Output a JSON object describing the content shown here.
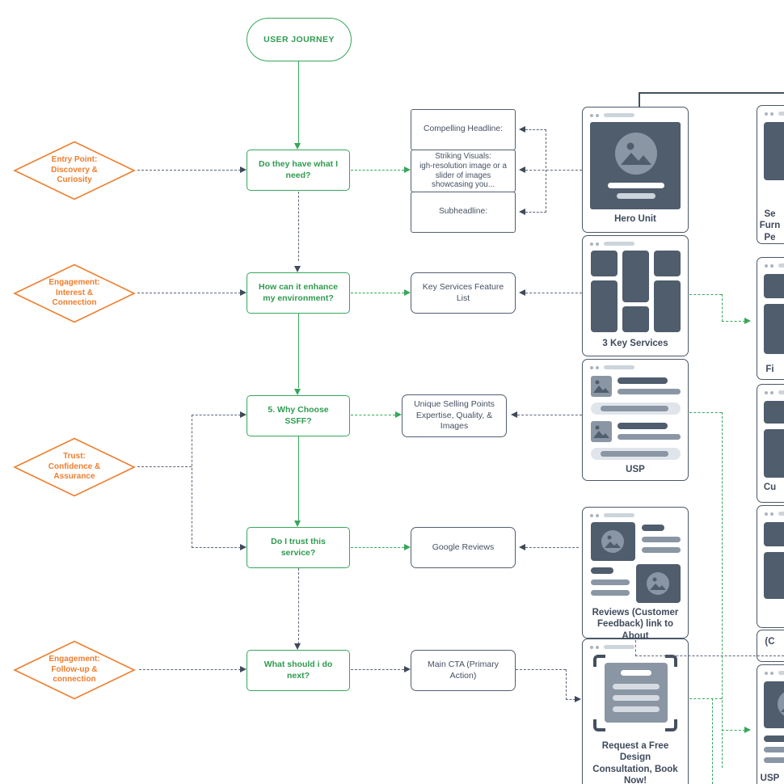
{
  "colors": {
    "green": "#35A759",
    "orange": "#EE7D2C",
    "slate": "#4F5D6D",
    "line": "#5C6679"
  },
  "start": {
    "label": "USER JOURNEY"
  },
  "diamonds": [
    {
      "label": "Entry Point:\nDiscovery &\nCuriosity"
    },
    {
      "label": "Engagement:\nInterest &\nConnection"
    },
    {
      "label": "Trust:\nConfidence &\nAssurance"
    },
    {
      "label": "Engagement:\nFollow-up &\nconnection"
    }
  ],
  "questions": [
    {
      "label": "Do they have what I need?"
    },
    {
      "label": "How can it enhance my environment?"
    },
    {
      "label": "5. Why Choose SSFF?"
    },
    {
      "label": "Do I trust this service?"
    },
    {
      "label": "What should i do next?"
    }
  ],
  "info_stack": [
    {
      "label": "Compelling Headline:"
    },
    {
      "label": "Striking Visuals:\nigh-resolution image or a\nslider of images\nshowcasing you..."
    },
    {
      "label": "Subheadline:"
    }
  ],
  "answers": [
    {
      "label": "Key Services Feature List"
    },
    {
      "label": "Unique Selling Points\nExpertise, Quality, &\nImages"
    },
    {
      "label": "Google Reviews"
    },
    {
      "label": "Main CTA (Primary Action)"
    }
  ],
  "cards": [
    {
      "label": "Hero Unit"
    },
    {
      "label": "3 Key Services"
    },
    {
      "label": "USP"
    },
    {
      "label": "Reviews (Customer\nFeedback) link to About"
    },
    {
      "label": "Request a Free Design\nConsultation, Book\nNow!"
    }
  ],
  "right_fragments": [
    {
      "label": "Se\nFurn\nPe"
    },
    {
      "label": "Fi"
    },
    {
      "label": "Cu"
    },
    {
      "label": "(C"
    },
    {
      "label": "USP"
    }
  ]
}
